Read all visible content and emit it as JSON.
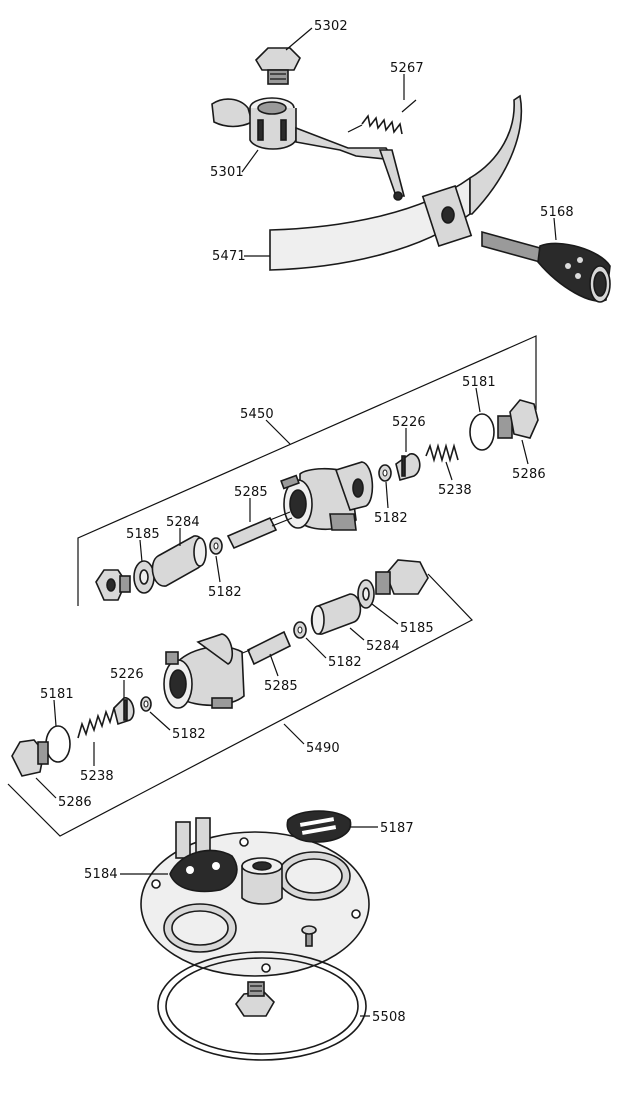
{
  "labels": {
    "l5302": "5302",
    "l5267": "5267",
    "l5301": "5301",
    "l5168": "5168",
    "l5471": "5471",
    "l5450": "5450",
    "l5181a": "5181",
    "l5226a": "5226",
    "l5286a": "5286",
    "l5285a": "5285",
    "l5238a": "5238",
    "l5284a": "5284",
    "l5185a": "5185",
    "l5182a": "5182",
    "l5182b": "5182",
    "l5185b": "5185",
    "l5284b": "5284",
    "l5182c": "5182",
    "l5226b": "5226",
    "l5285b": "5285",
    "l5181b": "5181",
    "l5182d": "5182",
    "l5490": "5490",
    "l5238b": "5238",
    "l5286b": "5286",
    "l5187": "5187",
    "l5184": "5184",
    "l5508": "5508"
  },
  "colors": {
    "ink": "#1a1a1a",
    "dark_fill": "#2a2a2a",
    "mid_fill": "#9a9a9a",
    "light_fill": "#d8d8d8",
    "background": "#ffffff"
  }
}
